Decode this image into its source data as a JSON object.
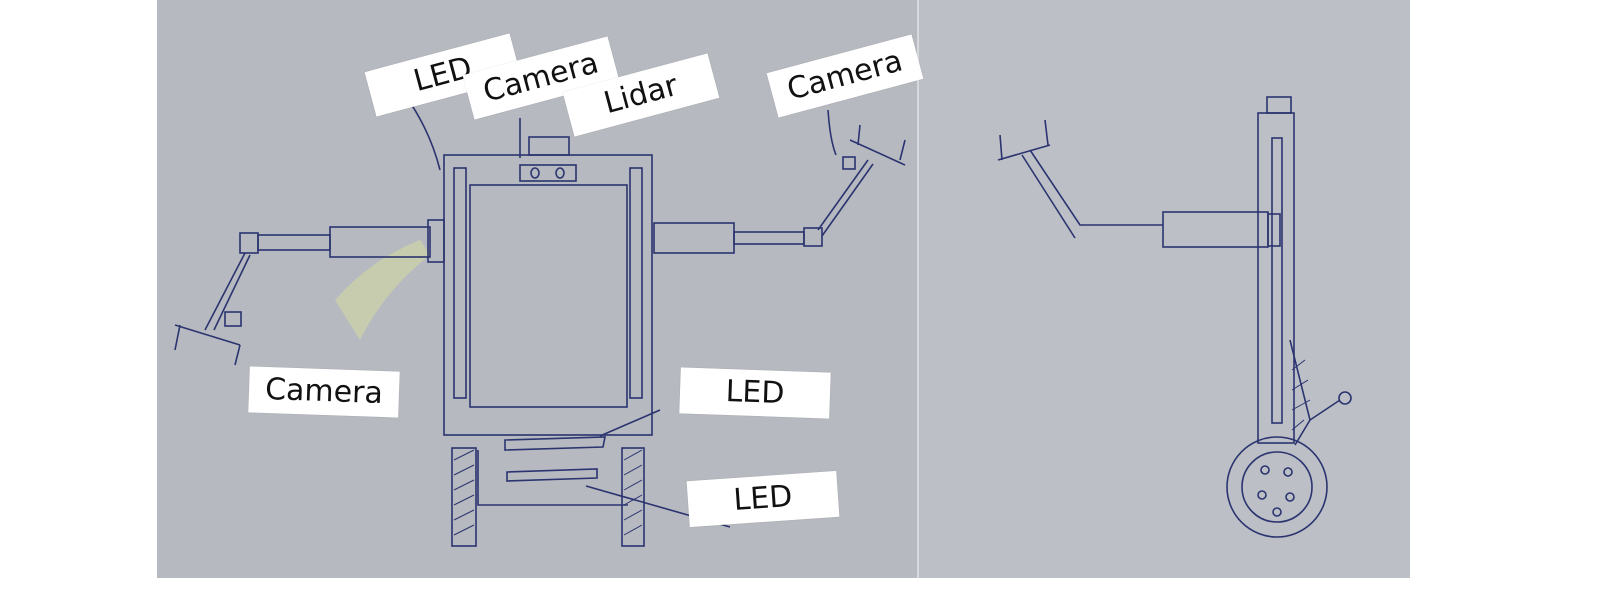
{
  "colors": {
    "paper": "#b5b8be",
    "ink": "#2b3470",
    "label_bg": "#ffffff",
    "label_text": "#111111"
  },
  "labels": {
    "led_top": "LED",
    "camera_top": "Camera",
    "lidar": "Lidar",
    "camera_right_arm": "Camera",
    "camera_left_arm": "Camera",
    "led_middle": "LED",
    "led_bottom": "LED"
  }
}
